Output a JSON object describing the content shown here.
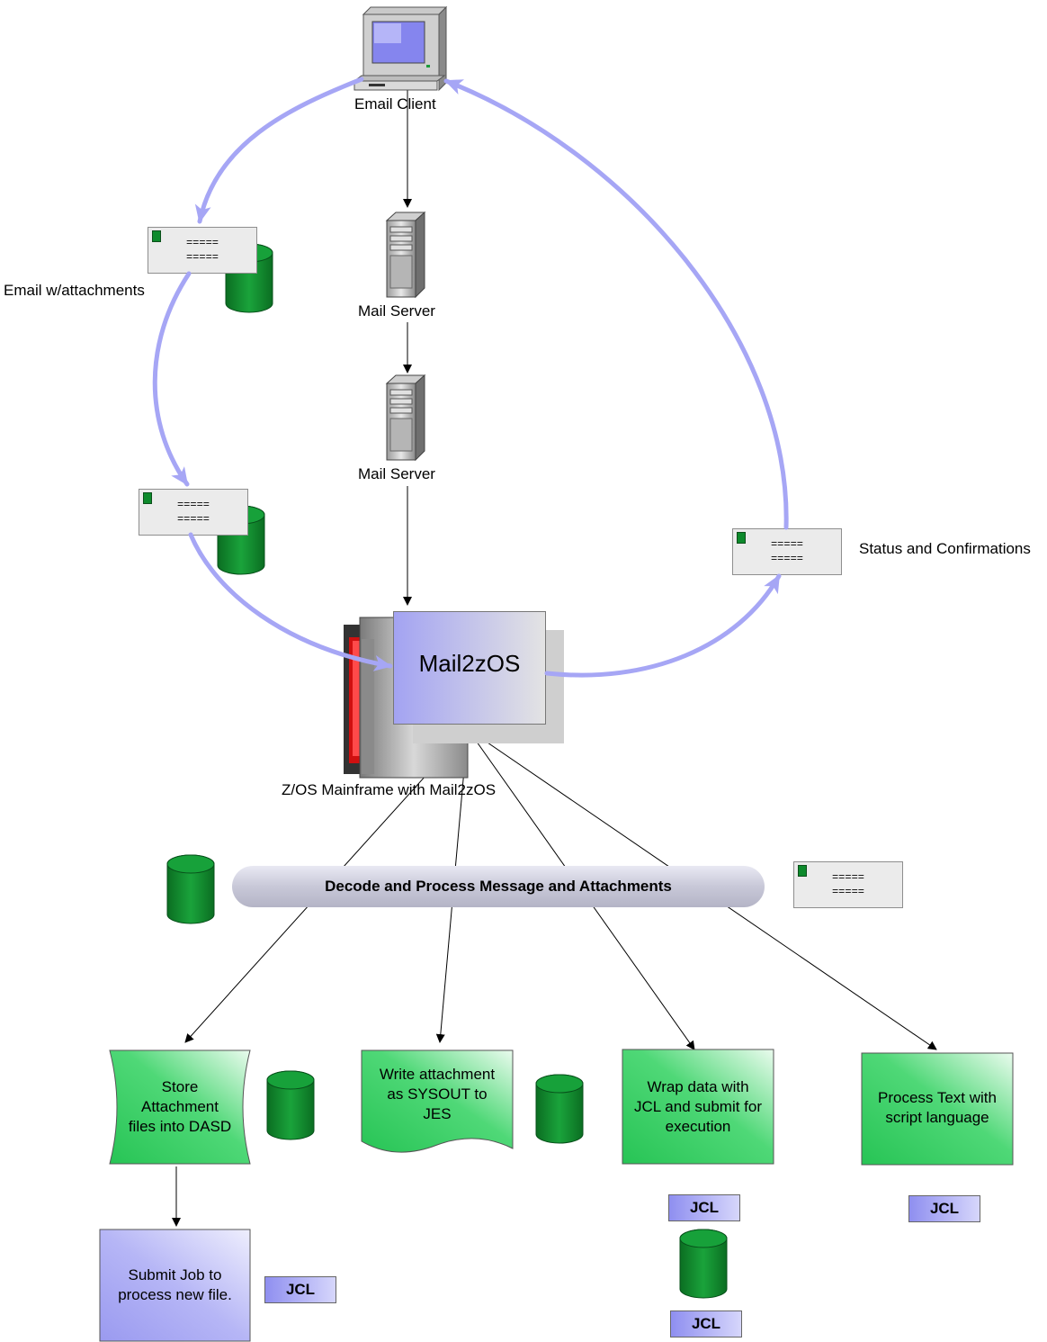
{
  "colors": {
    "flow_arrow": "#a6a6f5",
    "process_green": "#2ecc5c",
    "submit_purple": "#9d9df2",
    "cylinder_green": "#0f8a2c"
  },
  "nodes": {
    "email_client": "Email Client",
    "mail_server_1": "Mail Server",
    "mail_server_2": "Mail Server",
    "mainframe": "Z/OS Mainframe with Mail2zOS",
    "mail2zos": "Mail2zOS",
    "decode": "Decode and Process Message and Attachments"
  },
  "labels": {
    "email_attachments": "Email w/attachments",
    "status": "Status and Confirmations"
  },
  "envelope_text": "=====",
  "processes": {
    "store": [
      "Store",
      "Attachment",
      "files into DASD"
    ],
    "sysout": [
      "Write attachment",
      "as SYSOUT to",
      "JES"
    ],
    "wrap": [
      "Wrap data with",
      "JCL and submit for",
      "execution"
    ],
    "script": [
      "Process Text with",
      "script language"
    ],
    "submit": [
      "Submit Job to",
      "process new file."
    ]
  },
  "jcl_label": "JCL"
}
